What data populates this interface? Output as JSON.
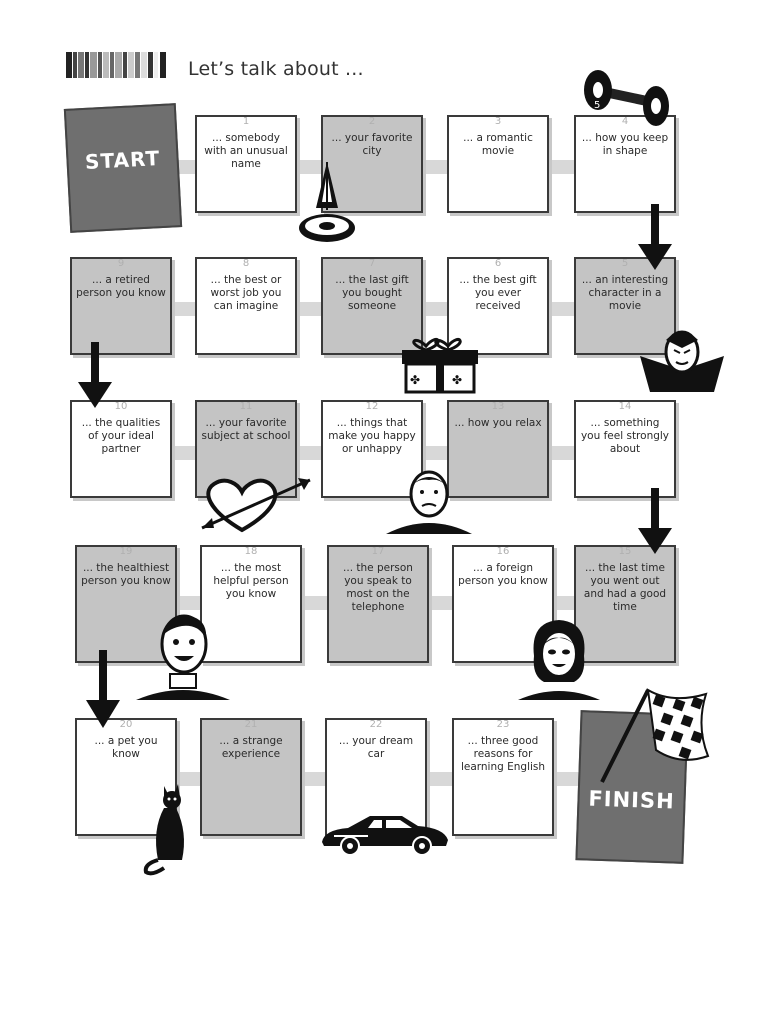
{
  "header": {
    "title": "Let’s talk about ..."
  },
  "start": {
    "label": "START"
  },
  "finish": {
    "label": "FINISH"
  },
  "squares": [
    {
      "num": "1",
      "text": "... somebody with an unusual name"
    },
    {
      "num": "2",
      "text": "... your favorite city"
    },
    {
      "num": "3",
      "text": "... a romantic movie"
    },
    {
      "num": "4",
      "text": "... how you keep in shape"
    },
    {
      "num": "5",
      "text": "... an interesting character in a movie"
    },
    {
      "num": "6",
      "text": "... the best gift you ever received"
    },
    {
      "num": "7",
      "text": "... the last gift you bought someone"
    },
    {
      "num": "8",
      "text": "... the best or worst job you can imagine"
    },
    {
      "num": "9",
      "text": "... a retired person you know"
    },
    {
      "num": "10",
      "text": "... the qualities of your ideal partner"
    },
    {
      "num": "11",
      "text": "... your favorite subject at school"
    },
    {
      "num": "12",
      "text": "... things that make you happy or unhappy"
    },
    {
      "num": "13",
      "text": "... how you relax"
    },
    {
      "num": "14",
      "text": "... something you feel strongly about"
    },
    {
      "num": "15",
      "text": "... the last time you went out and had a good time"
    },
    {
      "num": "16",
      "text": "... a foreign person you know"
    },
    {
      "num": "17",
      "text": "... the person you speak to most on the telephone"
    },
    {
      "num": "18",
      "text": "... the most helpful person you know"
    },
    {
      "num": "19",
      "text": "... the healthiest person you know"
    },
    {
      "num": "20",
      "text": "... a pet you know"
    },
    {
      "num": "21",
      "text": "... a strange experience"
    },
    {
      "num": "22",
      "text": "... your dream car"
    },
    {
      "num": "23",
      "text": "... three good reasons for learning English"
    }
  ],
  "colors": {
    "grey_square": "#c4c4c4",
    "dark_square": "#6f6f6f",
    "white_square": "#ffffff"
  },
  "icons": [
    "dumbbell-icon",
    "chess-piece-icon",
    "gift-box-icon",
    "vampire-icon",
    "heart-arrow-icon",
    "worried-man-icon",
    "smiling-man-icon",
    "woman-icon",
    "cat-icon",
    "race-car-icon",
    "checkered-flag-icon",
    "down-arrow-icon"
  ]
}
